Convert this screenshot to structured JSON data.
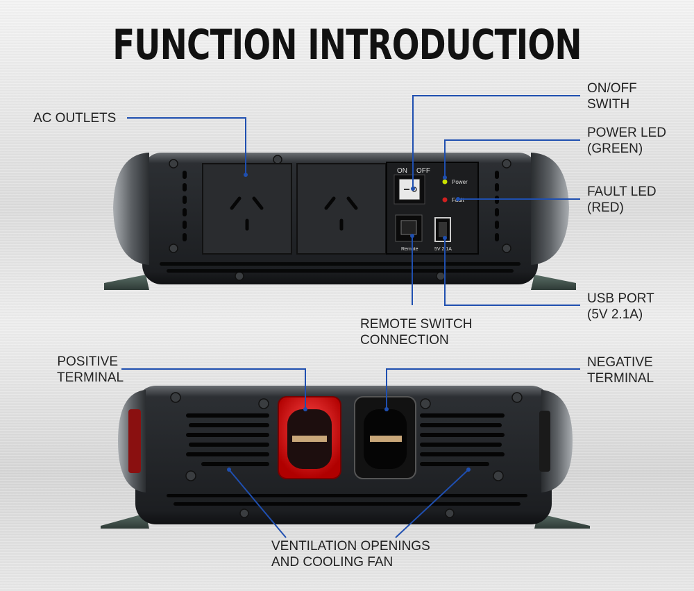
{
  "title": "FUNCTION INTRODUCTION",
  "labels": {
    "ac_outlets": "AC OUTLETS",
    "on_off_line1": "ON/OFF",
    "on_off_line2": "SWITH",
    "power_led_line1": "POWER LED",
    "power_led_line2": "(GREEN)",
    "fault_led_line1": "FAULT LED",
    "fault_led_line2": "(RED)",
    "usb_line1": "USB PORT",
    "usb_line2": "(5V 2.1A)",
    "remote_line1": "REMOTE SWITCH",
    "remote_line2": "CONNECTION",
    "positive_line1": "POSITIVE",
    "positive_line2": "TERMINAL",
    "negative_line1": "NEGATIVE",
    "negative_line2": "TERMINAL",
    "vent_line1": "VENTILATION OPENINGS",
    "vent_line2": "AND COOLING FAN"
  },
  "panel": {
    "on": "ON",
    "off": "OFF",
    "power": "Power",
    "fault": "Fault",
    "remote": "Remote",
    "usb": "5V 2.1A"
  },
  "colors": {
    "leader_line": "#1f4fb0",
    "led_power": "#c8e000",
    "led_fault": "#d02020",
    "positive": "#e01818",
    "negative": "#111111"
  }
}
